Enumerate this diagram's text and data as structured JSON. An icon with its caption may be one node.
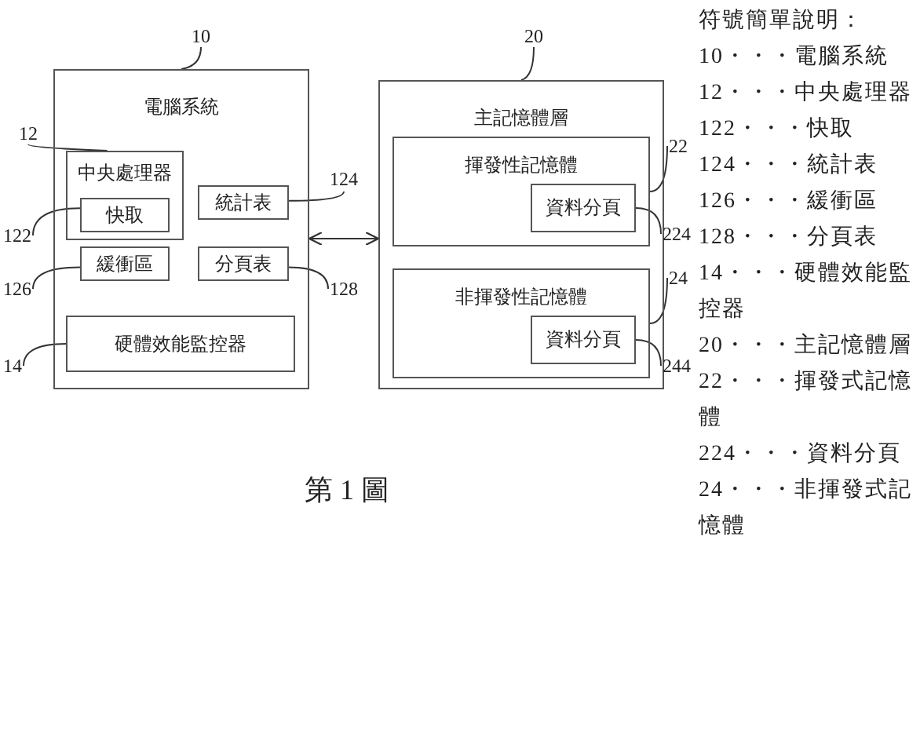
{
  "diagram": {
    "caption": "第 1 圖",
    "nodes": [
      {
        "text": [
          "電腦系統"
        ]
      },
      {
        "text": [
          "中央處理器"
        ],
        "in": 0
      },
      {
        "text": [
          "快取"
        ],
        "in": 1
      },
      {
        "text": [
          "統計表"
        ],
        "in": 0
      },
      {
        "text": [
          "緩衝區"
        ],
        "in": 0
      },
      {
        "text": [
          "分頁表"
        ],
        "in": 0
      },
      {
        "text": [
          "硬體效能監控器"
        ],
        "in": 0
      },
      {
        "text": [
          "主記憶體層"
        ]
      },
      {
        "text": [
          "揮發性記憶體"
        ],
        "in": 7
      },
      {
        "text": [
          "資料分頁"
        ],
        "in": 8
      },
      {
        "text": [
          "非揮發性記憶體"
        ],
        "in": 7
      },
      {
        "text": [
          "資料分頁"
        ],
        "in": 10
      },
      {
        "text": [
          "10"
        ]
      },
      {
        "text": [
          "12"
        ]
      },
      {
        "text": [
          "122"
        ]
      },
      {
        "text": [
          "124"
        ]
      },
      {
        "text": [
          "126"
        ]
      },
      {
        "text": [
          "128"
        ]
      },
      {
        "text": [
          "14"
        ]
      },
      {
        "text": [
          "20"
        ]
      },
      {
        "text": [
          "22"
        ]
      },
      {
        "text": [
          "224"
        ]
      },
      {
        "text": [
          "24"
        ]
      },
      {
        "text": [
          "244"
        ]
      }
    ],
    "edges": [
      {
        "from": 0,
        "to": 7,
        "arrow": "both"
      },
      {
        "from": 12,
        "to": 0,
        "arrow": "none"
      },
      {
        "from": 13,
        "to": 1,
        "arrow": "none"
      },
      {
        "from": 14,
        "to": 2,
        "arrow": "none"
      },
      {
        "from": 15,
        "to": 3,
        "arrow": "none"
      },
      {
        "from": 16,
        "to": 4,
        "arrow": "none"
      },
      {
        "from": 17,
        "to": 5,
        "arrow": "none"
      },
      {
        "from": 18,
        "to": 6,
        "arrow": "none"
      },
      {
        "from": 19,
        "to": 7,
        "arrow": "none"
      },
      {
        "from": 20,
        "to": 8,
        "arrow": "none"
      },
      {
        "from": 21,
        "to": 9,
        "arrow": "none"
      },
      {
        "from": 22,
        "to": 10,
        "arrow": "none"
      },
      {
        "from": 23,
        "to": 11,
        "arrow": "none"
      }
    ],
    "labels": [
      "符號簡單說明：",
      "10・・・電腦系統",
      "12・・・中央處理器",
      "122・・・快取",
      "124・・・統計表",
      "126・・・緩衝區",
      "128・・・分頁表",
      "14・・・硬體效能監控器",
      "20・・・主記憶體層",
      "22・・・揮發式記憶體",
      "224・・・資料分頁",
      "24・・・非揮發式記憶體"
    ]
  }
}
